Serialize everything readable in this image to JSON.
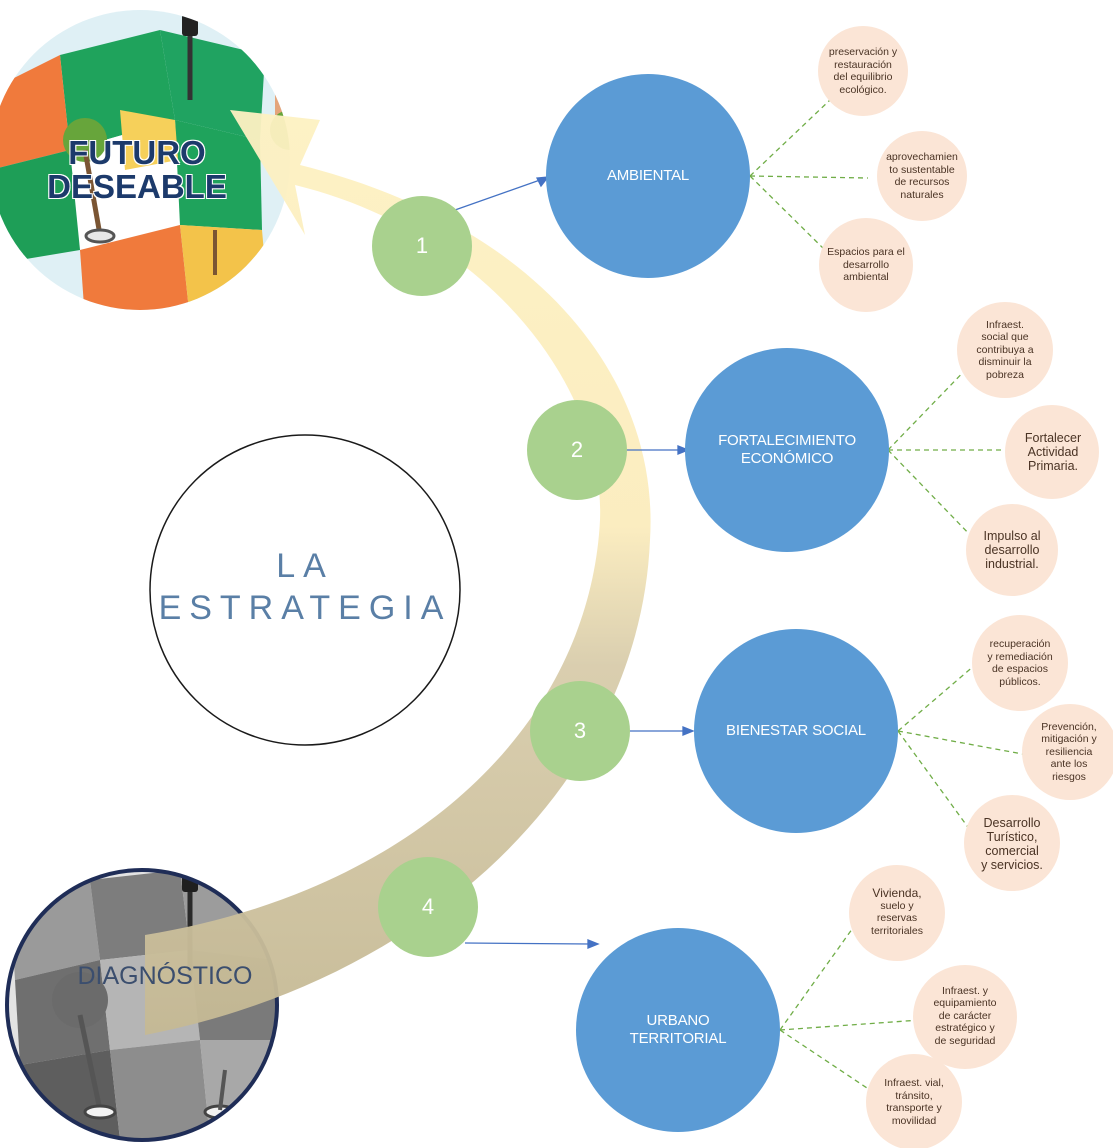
{
  "future": {
    "title_line1": "FUTURO",
    "title_line2": "DESEABLE"
  },
  "diagnosis": {
    "title": "DIAGNÓSTICO"
  },
  "strategy": {
    "title_line1": "LA",
    "title_line2": "ESTRATEGIA"
  },
  "steps": [
    "1",
    "2",
    "3",
    "4"
  ],
  "areas": [
    {
      "line1": "AMBIENTAL",
      "line2": ""
    },
    {
      "line1": "FORTALECIMIENTO",
      "line2": "ECONÓMICO"
    },
    {
      "line1": "BIENESTAR SOCIAL",
      "line2": ""
    },
    {
      "line1": "URBANO",
      "line2": "TERRITORIAL"
    }
  ],
  "sub_items": {
    "ambiental": [
      [
        "preservación y",
        "restauración",
        "del equilibrio",
        "ecológico."
      ],
      [
        "aprovechamien",
        "to sustentable",
        "de recursos",
        "naturales"
      ],
      [
        "Espacios para el",
        "desarrollo",
        "ambiental"
      ]
    ],
    "economico": [
      [
        "Infraest.",
        "social que",
        "contribuya a",
        "disminuir la",
        "pobreza"
      ],
      [
        "Fortalecer",
        "Actividad",
        "Primaria."
      ],
      [
        "Impulso al",
        "desarrollo",
        "industrial."
      ]
    ],
    "social": [
      [
        "recuperación",
        "y remediación",
        "de espacios",
        "públicos."
      ],
      [
        "Prevención,",
        "mitigación y",
        "resiliencia",
        "ante los",
        "riesgos"
      ],
      [
        "Desarrollo",
        "Turístico,",
        "comercial",
        "y servicios."
      ]
    ],
    "urbano": [
      [
        "Vivienda,",
        "suelo y",
        "reservas",
        "territoriales"
      ],
      [
        "Infraest. y",
        "equipamiento",
        "de carácter",
        "estratégico y",
        "de seguridad"
      ],
      [
        "Infraest. vial,",
        "tránsito,",
        "transporte y",
        "movilidad"
      ]
    ]
  },
  "colors": {
    "main_circle": "#5b9bd5",
    "step_circle": "#a9d18e",
    "sub_circle": "#fbe5d6",
    "arrow_top": "#fdf1c2",
    "arrow_bottom": "#c9bd9a",
    "dashed_line": "#70ad47",
    "connector": "#4472c4"
  }
}
